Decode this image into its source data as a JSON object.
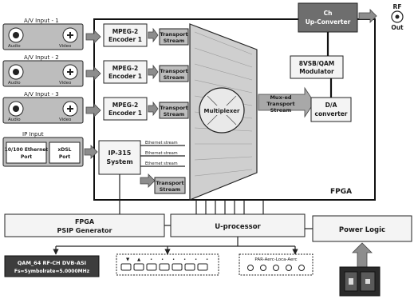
{
  "inputs": {
    "av1": {
      "title": "A/V Input - 1",
      "audio": "Audio",
      "video": "Video"
    },
    "av2": {
      "title": "A/V Input - 2",
      "audio": "Audio",
      "video": "Video"
    },
    "av3": {
      "title": "A/V Input - 3",
      "audio": "Audio",
      "video": "Video"
    },
    "ip": {
      "title": "IP Input",
      "eth1": [
        "10/100 Ethernet",
        "Port"
      ],
      "eth2": [
        "xDSL",
        "Port"
      ]
    }
  },
  "encoders": [
    {
      "line1": "MPEG-2",
      "line2": "Encoder 1"
    },
    {
      "line1": "MPEG-2",
      "line2": "Encoder 1"
    },
    {
      "line1": "MPEG-2",
      "line2": "Encoder 1"
    }
  ],
  "transport_labels": [
    [
      "Transport",
      "Stream"
    ],
    [
      "Transport",
      "Stream"
    ],
    [
      "Transport",
      "Stream"
    ]
  ],
  "ip_system": {
    "line1": "IP-315",
    "line2": "System"
  },
  "ip_streams": [
    "Ethernet stream",
    "Ethernet stream",
    "Ethernet stream"
  ],
  "ip_transport": [
    "Transport",
    "Stream"
  ],
  "multiplexer": "Multiplexer",
  "muxed_stream": [
    "Mux-ed",
    "Transport",
    "Stream"
  ],
  "modulator": {
    "line1": "8VSB/QAM",
    "line2": "Modulator"
  },
  "da_converter": {
    "line1": "D/A",
    "line2": "converter"
  },
  "upconverter": {
    "line1": "Ch",
    "line2": "Up-Converter"
  },
  "rf_out": {
    "line1": "RF",
    "line2": "Out"
  },
  "fpga_label": "FPGA",
  "psip": {
    "line1": "FPGA",
    "line2": "PSIP Generator"
  },
  "uprocessor": "U-processor",
  "power_logic": "Power Logic",
  "qam_box": {
    "line1": "QAM_64 RF-CH DVB-ASI",
    "line2": "Fs=Symbolrate=5.0000MHz"
  },
  "keypad_labels": [
    "▼",
    "▲",
    "•",
    "•",
    "•",
    "•",
    "•",
    "•"
  ],
  "panel_label": "PAR-Aerc-Loca-Aerc",
  "colors": {
    "accent": "#8d8d8d",
    "dark": "#6e6e6e",
    "light": "#f4f4f4"
  }
}
